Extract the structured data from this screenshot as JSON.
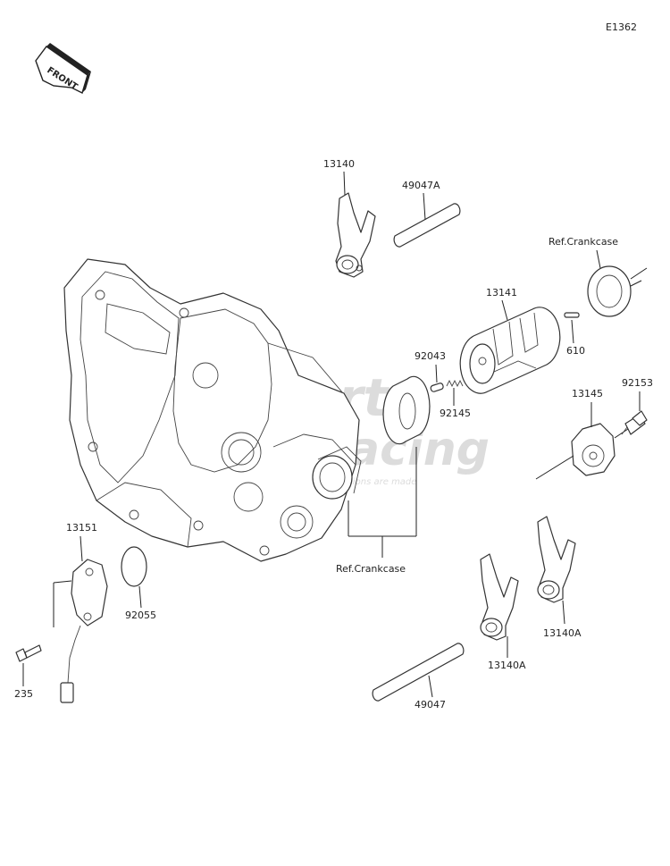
{
  "diagram_code": "E1362",
  "front_marker": "FRONT",
  "watermark": {
    "line1": "Parts",
    "line2": "Racing",
    "tagline": "Where champions are made"
  },
  "parts": {
    "p13140": "13140",
    "p49047A": "49047A",
    "ref_crankcase_top": "Ref.Crankcase",
    "p13141": "13141",
    "p610": "610",
    "p92043": "92043",
    "p92145": "92145",
    "p13145": "13145",
    "p92153": "92153",
    "p13151": "13151",
    "p92055": "92055",
    "p235": "235",
    "ref_crankcase_bottom": "Ref.Crankcase",
    "p13140A_left": "13140A",
    "p13140A_right": "13140A",
    "p49047": "49047"
  }
}
